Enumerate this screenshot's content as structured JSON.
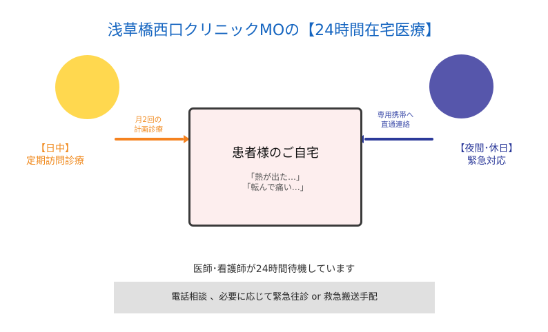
{
  "title": "浅草橋西口クリニックMOの【24時間在宅医療】",
  "colors": {
    "title": "#1565c0",
    "day": "#f5821f",
    "night": "#2c3a9a",
    "day_circle": "#ffd84f",
    "night_circle": "#5656ab",
    "box_bg": "#fdeeee",
    "bar_bg": "#e0e0e0"
  },
  "left": {
    "label_line1": "【日中】",
    "label_line2": "定期訪問診療",
    "arrow_line1": "月2回の",
    "arrow_line2": "計画診療"
  },
  "right": {
    "label_line1": "【夜間･休日】",
    "label_line2": "緊急対応",
    "arrow_line1": "専用携帯へ",
    "arrow_line2": "直通連絡"
  },
  "center": {
    "title": "患者様のご自宅",
    "quote1": "「熱が出た…」",
    "quote2": "「転んで痛い…」"
  },
  "note": "医師･看護師が24時間待機しています",
  "bar": "電話相談 、必要に応じて緊急往診 or 救急搬送手配"
}
